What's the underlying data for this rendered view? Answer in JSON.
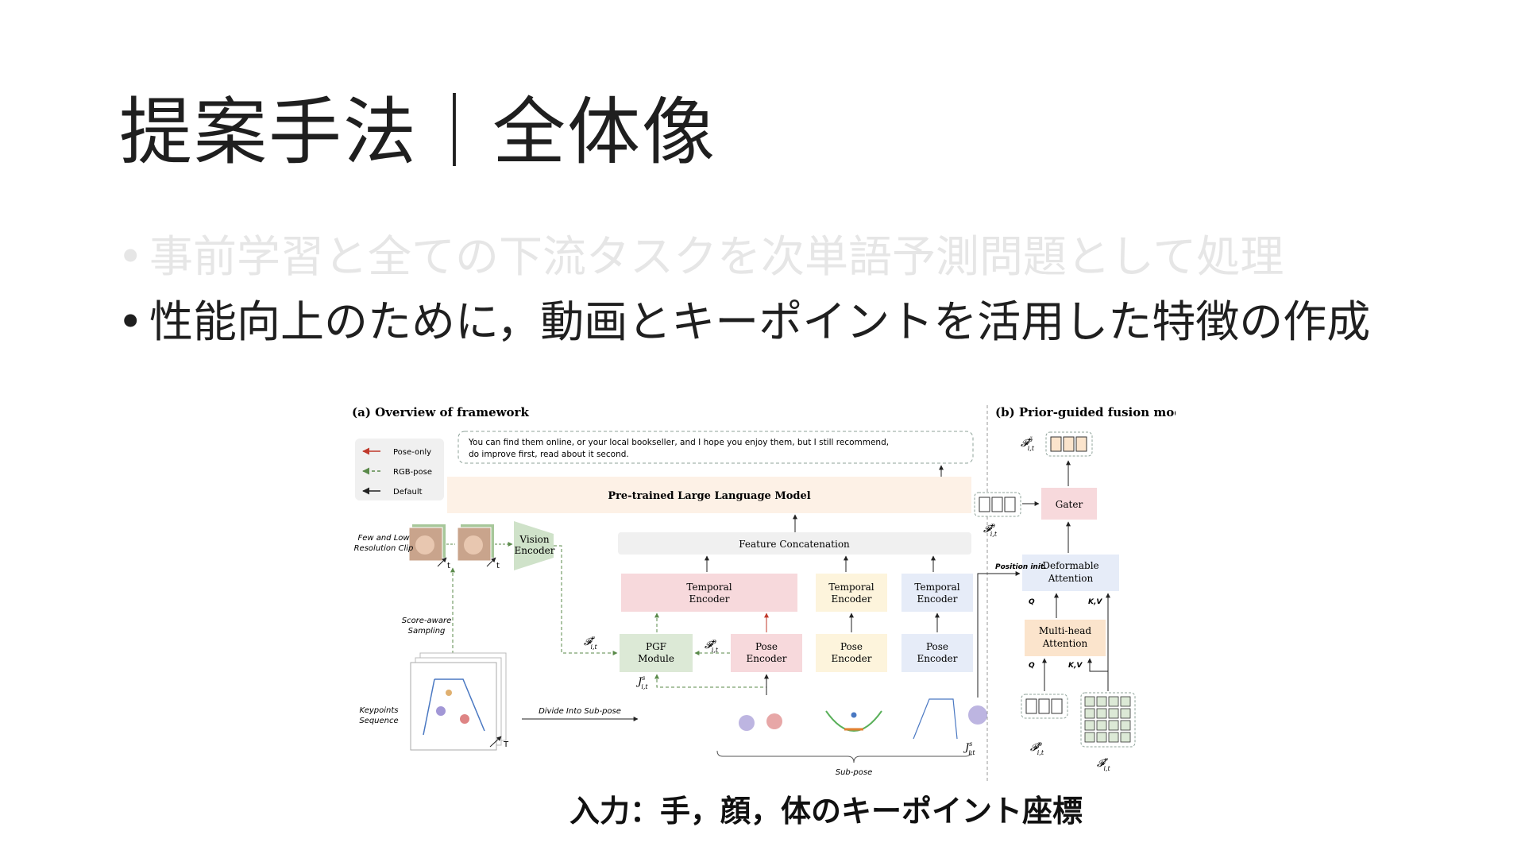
{
  "slide": {
    "title": "提案手法｜全体像",
    "bullets": [
      {
        "text": "事前学習と全ての下流タスクを次単語予測問題として処理",
        "state": "dimmed"
      },
      {
        "text": "性能向上のために，動画とキーポイントを活用した特徴の作成",
        "state": "active"
      }
    ],
    "bullet_symbol": "•",
    "caption": "入力：手，顔，体のキーポイント座標"
  },
  "figure": {
    "panel_a_title": "(a) Overview of framework",
    "panel_b_title": "(b) Prior-guided fusion module",
    "legend": {
      "pose_only": "Pose-only",
      "rgb_pose": "RGB-pose",
      "default": "Default"
    },
    "output_text_line1": "You can find them online, or your local bookseller, and I hope you enjoy them, but I still recommend,",
    "output_text_line2": "do improve first, read about it second.",
    "llm": "Pre-trained Large Language Model",
    "feature_concat": "Feature Concatenation",
    "clip_label_1": "Few and Low",
    "clip_label_2": "Resolution Clip",
    "vision_encoder_1": "Vision",
    "vision_encoder_2": "Encoder",
    "temporal_1": "Temporal",
    "temporal_2": "Encoder",
    "pose_1": "Pose",
    "pose_2": "Encoder",
    "pgf_1": "PGF",
    "pgf_2": "Module",
    "score_sampling_1": "Score-aware",
    "score_sampling_2": "Sampling",
    "keypoints_1": "Keypoints",
    "keypoints_2": "Sequence",
    "divide": "Divide Into Sub-pose",
    "subpose": "Sub-pose",
    "t_label": "t",
    "T_label": "T",
    "sym_F": "𝓕",
    "sym_J": "J",
    "sub_it": "i,t",
    "sup_r": "r",
    "sup_p": "p",
    "sup_s": "s",
    "sup_ptilde": "p̃",
    "gater": "Gater",
    "deformable_1": "Deformable",
    "deformable_2": "Attention",
    "multihead_1": "Multi-head",
    "multihead_2": "Attention",
    "position_init": "Position init.",
    "q": "Q",
    "kv": "K,V",
    "colors": {
      "pink": "#f7d9dc",
      "yellow": "#fdf4dc",
      "blue": "#e6ecf8",
      "green": "#dce9d6",
      "llm_bg": "#fdf1e6",
      "peach": "#fbe4cc",
      "red_arrow": "#c0392b",
      "green_arrow": "#5a8a4a"
    }
  }
}
